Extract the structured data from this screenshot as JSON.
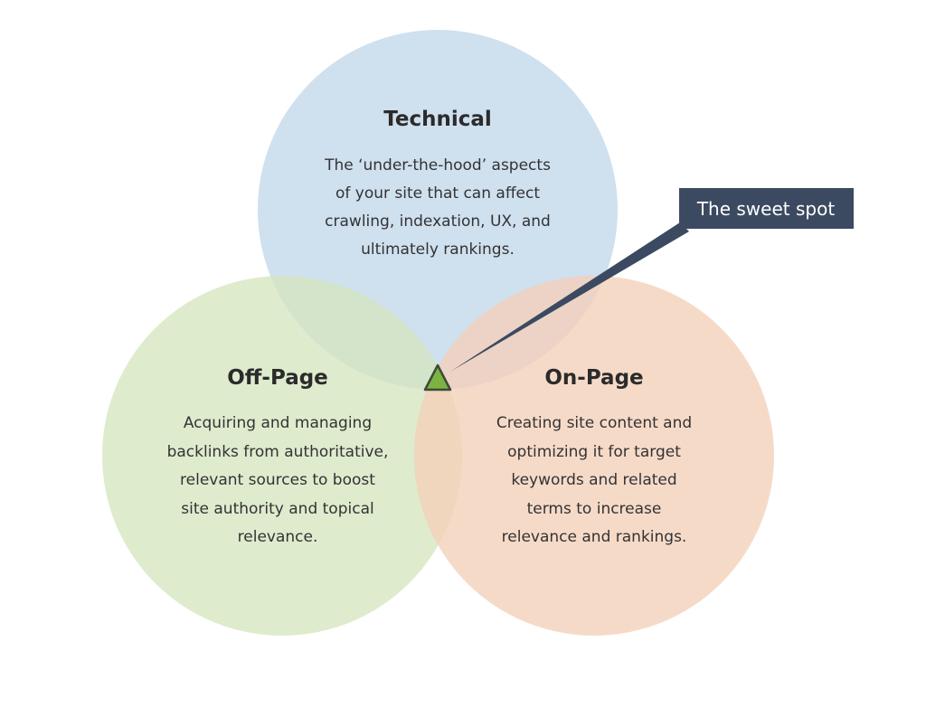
{
  "circles": {
    "technical": {
      "title": "Technical",
      "lines": [
        "The ‘under-the-hood’ aspects",
        "of your site that can affect",
        "crawling, indexation, UX, and",
        "ultimately rankings."
      ],
      "color": "#c5d9ec"
    },
    "offpage": {
      "title": "Off-Page",
      "lines": [
        "Acquiring and managing",
        "backlinks from authoritative,",
        "relevant sources to boost",
        "site authority and topical",
        "relevance."
      ],
      "color": "#d5e6bf"
    },
    "onpage": {
      "title": "On-Page",
      "lines": [
        "Creating site content and",
        "optimizing it for target",
        "keywords and related",
        "terms to increase",
        "relevance and rankings."
      ],
      "color": "#f3cfb8"
    }
  },
  "callout": {
    "label": "The sweet spot",
    "box_color": "#3b4a61",
    "marker_color": "#7cb342"
  }
}
